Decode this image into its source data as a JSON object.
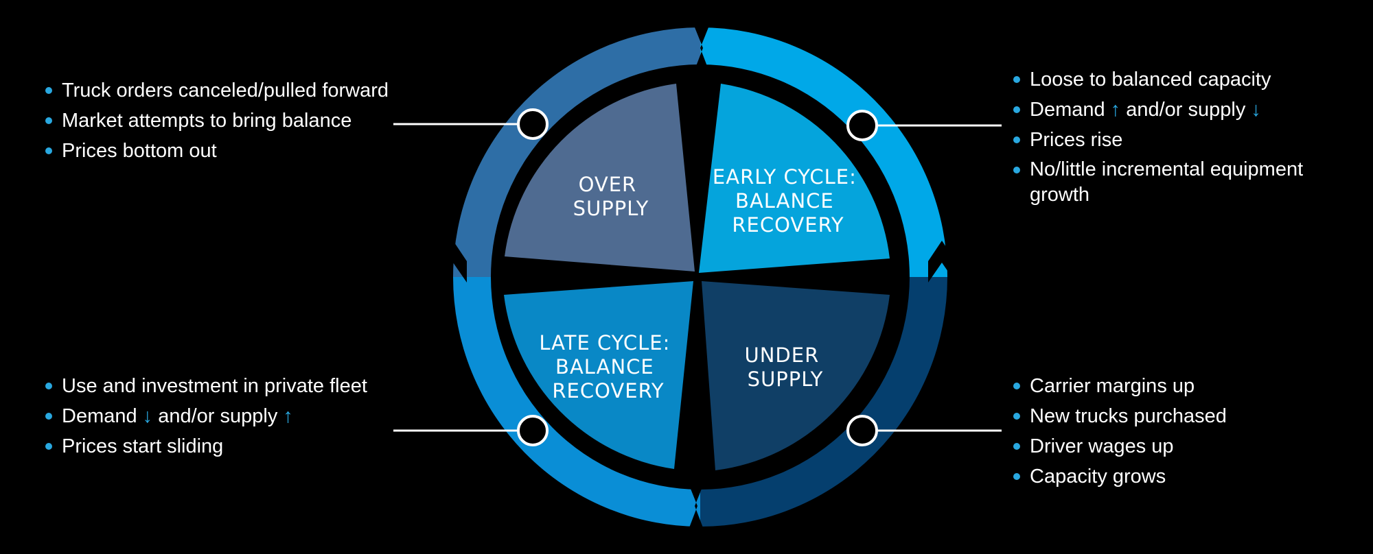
{
  "quadrants": {
    "over_supply": [
      "OVER",
      "SUPPLY"
    ],
    "early_cycle": [
      "EARLY CYCLE:",
      "BALANCE",
      "RECOVERY"
    ],
    "late_cycle": [
      "LATE CYCLE:",
      "BALANCE",
      "RECOVERY"
    ],
    "under_supply": [
      "UNDER",
      "SUPPLY"
    ]
  },
  "over_supply_list": [
    "Truck orders canceled/pulled forward",
    "Market attempts to bring balance",
    "Prices bottom out"
  ],
  "early_cycle_list": {
    "item1": "Loose to balanced capacity",
    "item2_part1": "Demand ",
    "item2_arrow1": "↑",
    "item2_part2": " and/or supply ",
    "item2_arrow2": "↓",
    "item3": "Prices rise",
    "item4": "No/little incremental equipment growth"
  },
  "late_cycle_list": {
    "item1": "Use and investment in private fleet",
    "item2_part1": "Demand ",
    "item2_arrow1": "↓",
    "item2_part2": " and/or supply ",
    "item2_arrow2": "↑",
    "item3": "Prices start sliding"
  },
  "under_supply_list": [
    "Carrier margins up",
    "New trucks purchased",
    "Driver wages up",
    "Capacity grows"
  ],
  "colors": {
    "background": "#000000",
    "ring_top_left": "#2e6ea6",
    "ring_top_right": "#00a8e8",
    "ring_bottom_left": "#0a8ed6",
    "ring_bottom_right": "#053f6e",
    "quad_over_supply": "#4f6b91",
    "quad_early_cycle": "#05a4dc",
    "quad_late_cycle": "#0988c6",
    "quad_under_supply": "#103f66",
    "bullet": "#29a8e0"
  }
}
